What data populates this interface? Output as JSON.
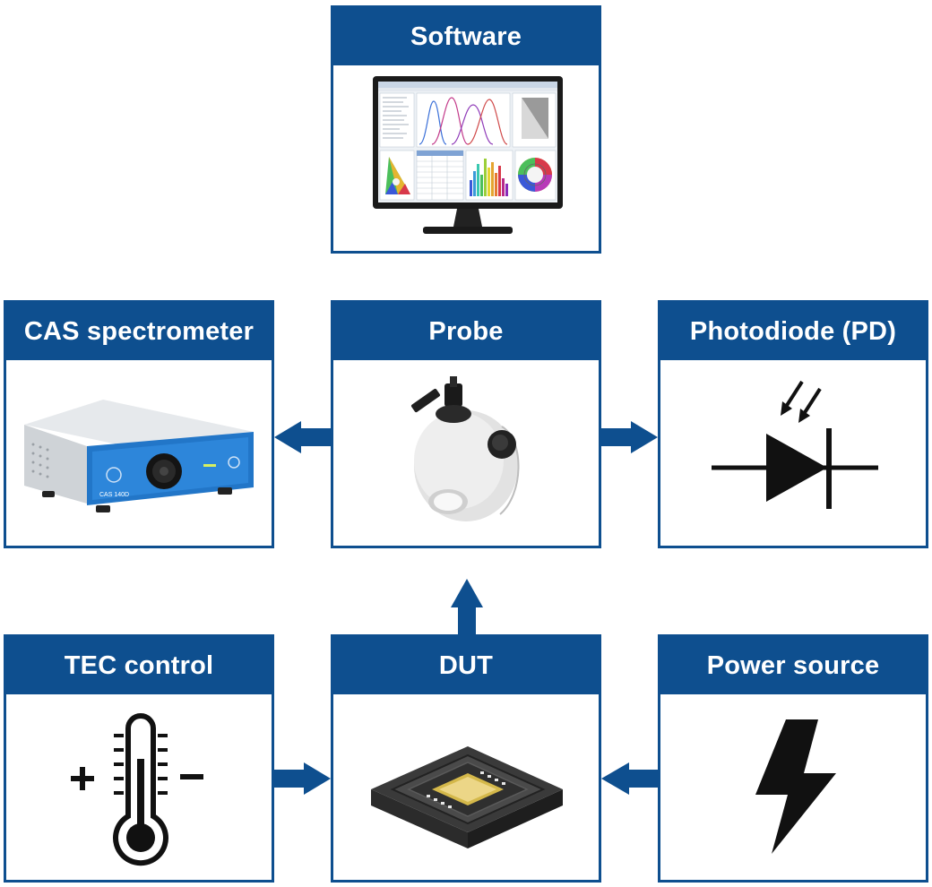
{
  "nodes": {
    "software": {
      "title": "Software",
      "image": "monitor-with-spectrum-software"
    },
    "cas": {
      "title": "CAS spectrometer",
      "image": "spectrometer-device",
      "device_label": "CAS 140D"
    },
    "probe": {
      "title": "Probe",
      "image": "integrating-sphere-probe"
    },
    "photodiode": {
      "title": "Photodiode (PD)",
      "image": "photodiode-symbol-icon"
    },
    "tec": {
      "title": "TEC control",
      "image": "thermometer-plus-minus-icon"
    },
    "dut": {
      "title": "DUT",
      "image": "chip-package"
    },
    "power": {
      "title": "Power source",
      "image": "lightning-bolt-icon"
    }
  },
  "connections": [
    {
      "from": "probe",
      "to": "cas"
    },
    {
      "from": "probe",
      "to": "photodiode"
    },
    {
      "from": "dut",
      "to": "probe"
    },
    {
      "from": "tec",
      "to": "dut"
    },
    {
      "from": "power",
      "to": "dut"
    }
  ],
  "colors": {
    "accent": "#0e4f8f",
    "icon": "#111111",
    "background": "#ffffff"
  }
}
